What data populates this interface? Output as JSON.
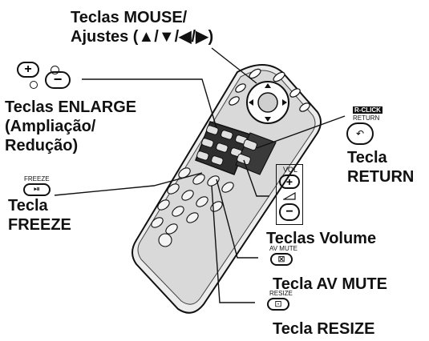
{
  "labels": {
    "mouse_line1": "Teclas MOUSE/",
    "mouse_line2": "Ajustes (▲/▼/◀/▶)",
    "enlarge_line1": "Teclas ENLARGE",
    "enlarge_line2": "(Ampliação/",
    "enlarge_line3": "Redução)",
    "freeze_line1": "Tecla",
    "freeze_line2": "FREEZE",
    "return_line1": "Tecla",
    "return_line2": "RETURN",
    "volume": "Teclas Volume",
    "avmute": "Tecla AV MUTE",
    "resize": "Tecla RESIZE"
  },
  "key_captions": {
    "freeze": "FREEZE",
    "rclick": "R-CLICK",
    "return": "RETURN",
    "vol": "VOL",
    "avmute": "AV MUTE",
    "resize": "RESIZE"
  },
  "key_symbols": {
    "plus": "+",
    "minus": "−",
    "freeze": "⏯",
    "avmute": "⊠",
    "resize": "⊡"
  },
  "colors": {
    "ink": "#111111",
    "remote_body": "#e6e6e6",
    "remote_dark": "#2a2a2a"
  }
}
